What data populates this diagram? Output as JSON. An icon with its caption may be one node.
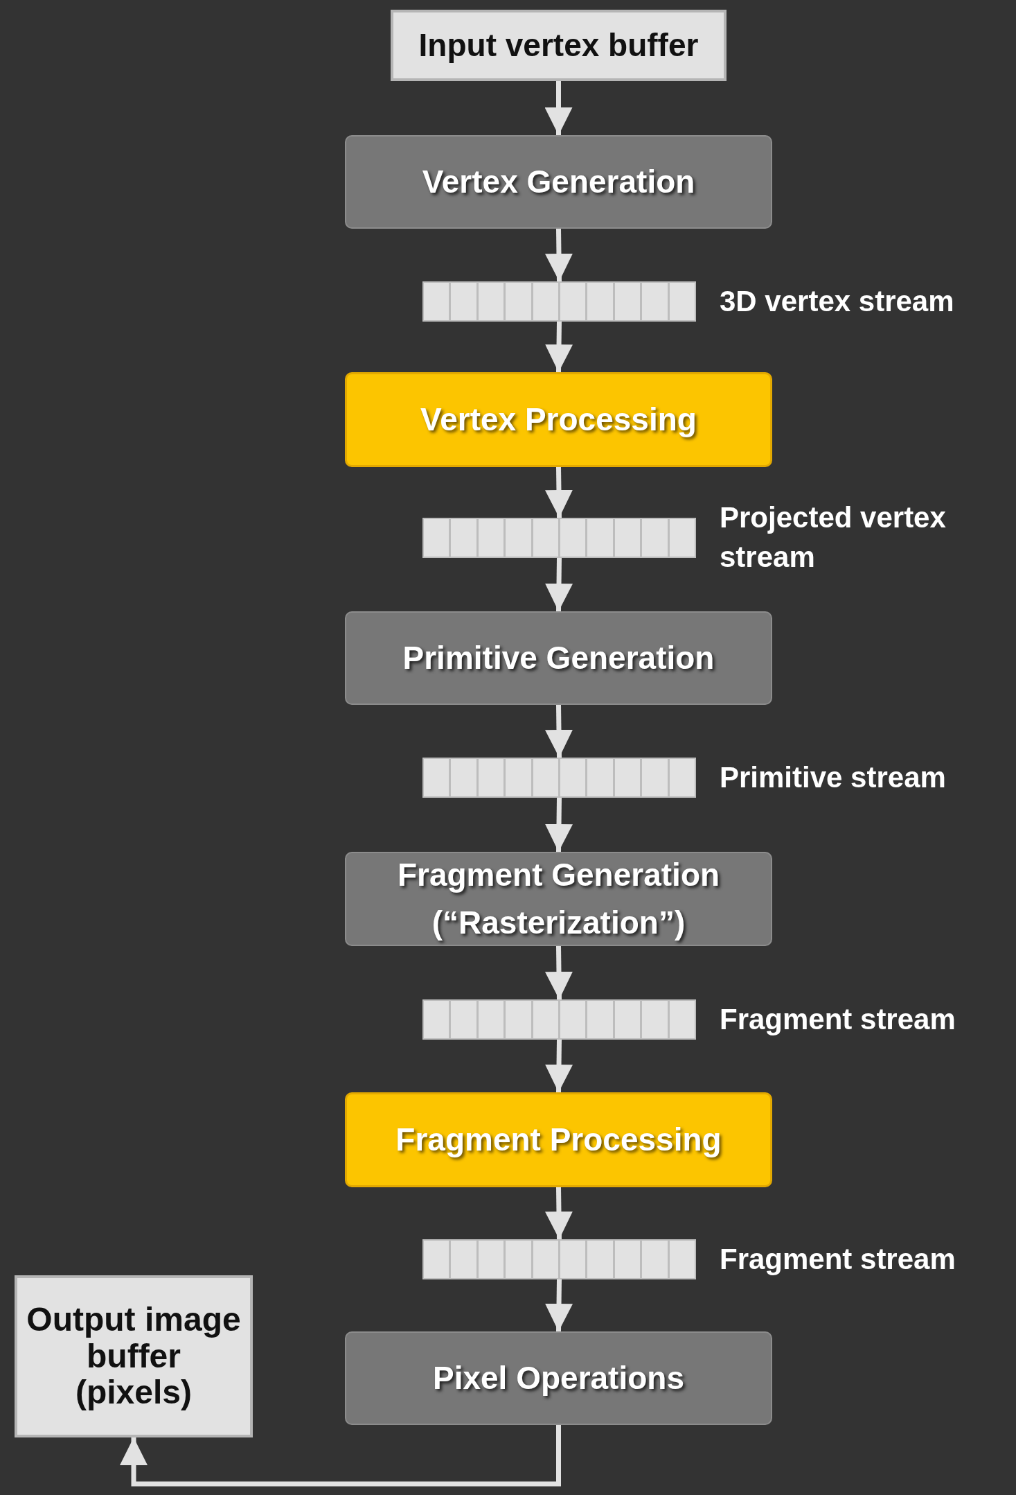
{
  "diagram": {
    "nodes": [
      {
        "text": [
          "Input vertex buffer"
        ]
      },
      {
        "text": [
          "Vertex Generation"
        ]
      },
      {
        "text": [],
        "shape": "bar",
        "beside": [
          "3D vertex stream"
        ]
      },
      {
        "text": [
          "Vertex Processing"
        ]
      },
      {
        "text": [],
        "shape": "bar",
        "beside": [
          "Projected vertex stream"
        ]
      },
      {
        "text": [
          "Primitive Generation"
        ]
      },
      {
        "text": [],
        "shape": "bar",
        "beside": [
          "Primitive stream"
        ]
      },
      {
        "text": [
          "Fragment Generation (“Rasterization”)"
        ]
      },
      {
        "text": [],
        "shape": "bar",
        "beside": [
          "Fragment stream"
        ]
      },
      {
        "text": [
          "Fragment Processing"
        ]
      },
      {
        "text": [],
        "shape": "bar",
        "beside": [
          "Fragment stream"
        ]
      },
      {
        "text": [
          "Pixel Operations"
        ]
      },
      {
        "text": [
          "Output image buffer (pixels)"
        ]
      }
    ],
    "edges": [
      {
        "from": 0,
        "to": 1,
        "arrow": "to"
      },
      {
        "from": 1,
        "to": 2,
        "arrow": "to"
      },
      {
        "from": 2,
        "to": 3,
        "arrow": "to"
      },
      {
        "from": 3,
        "to": 4,
        "arrow": "to"
      },
      {
        "from": 4,
        "to": 5,
        "arrow": "to"
      },
      {
        "from": 5,
        "to": 6,
        "arrow": "to"
      },
      {
        "from": 6,
        "to": 7,
        "arrow": "to"
      },
      {
        "from": 7,
        "to": 8,
        "arrow": "to"
      },
      {
        "from": 8,
        "to": 9,
        "arrow": "to"
      },
      {
        "from": 9,
        "to": 10,
        "arrow": "to"
      },
      {
        "from": 10,
        "to": 11,
        "arrow": "to"
      },
      {
        "from": 11,
        "to": 12,
        "arrow": "to"
      }
    ]
  }
}
